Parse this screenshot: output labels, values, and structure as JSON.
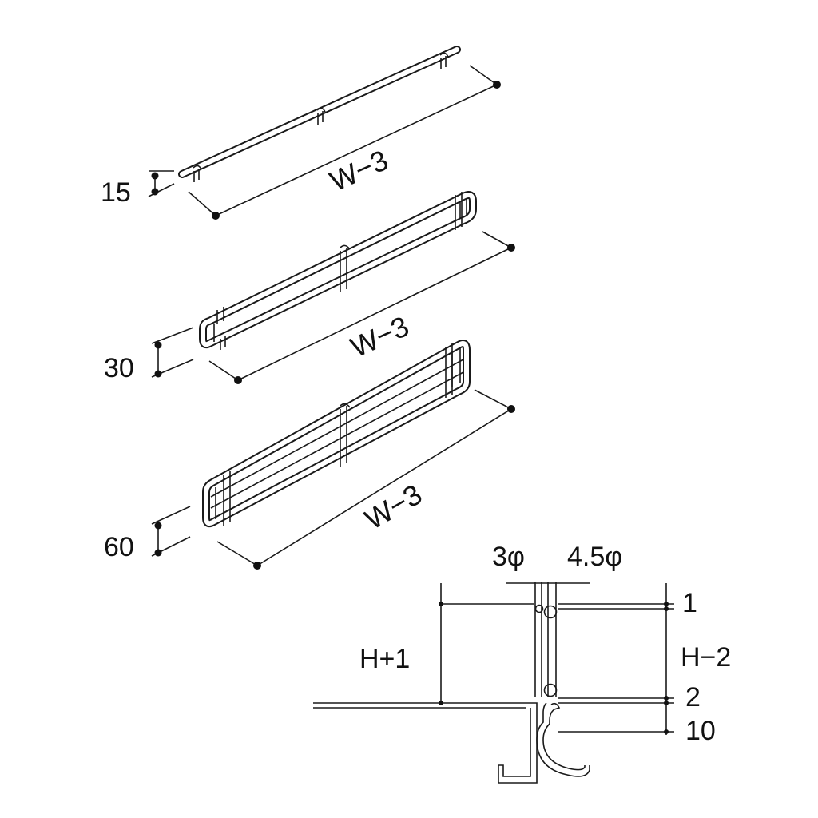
{
  "labels": {
    "rail_15": {
      "width": "W−3",
      "height": "15"
    },
    "rail_30": {
      "width": "W−3",
      "height": "30"
    },
    "rail_60": {
      "width": "W−3",
      "height": "60"
    },
    "section": {
      "wire_small": "3φ",
      "wire_large": "4.5φ",
      "left_height": "H+1",
      "right_height": "H−2",
      "top_offset": "1",
      "bottom_offset": "2",
      "hook_depth": "10"
    }
  },
  "colors": {
    "line": "#1a1a1a",
    "background": "#ffffff"
  }
}
